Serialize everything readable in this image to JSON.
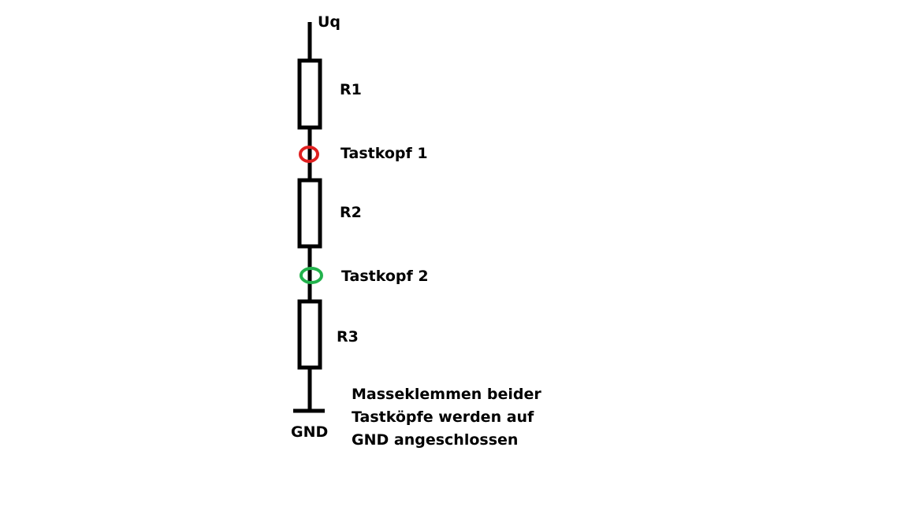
{
  "supply_label": "Uq",
  "ground_label": "GND",
  "resistors": [
    {
      "label": "R1"
    },
    {
      "label": "R2"
    },
    {
      "label": "R3"
    }
  ],
  "probes": [
    {
      "label": "Tastkopf 1",
      "color": "#e02020"
    },
    {
      "label": "Tastkopf 2",
      "color": "#22b24c"
    }
  ],
  "note_lines": [
    "Masseklemmen beider",
    "Tastköpfe werden auf",
    "GND angeschlossen"
  ]
}
